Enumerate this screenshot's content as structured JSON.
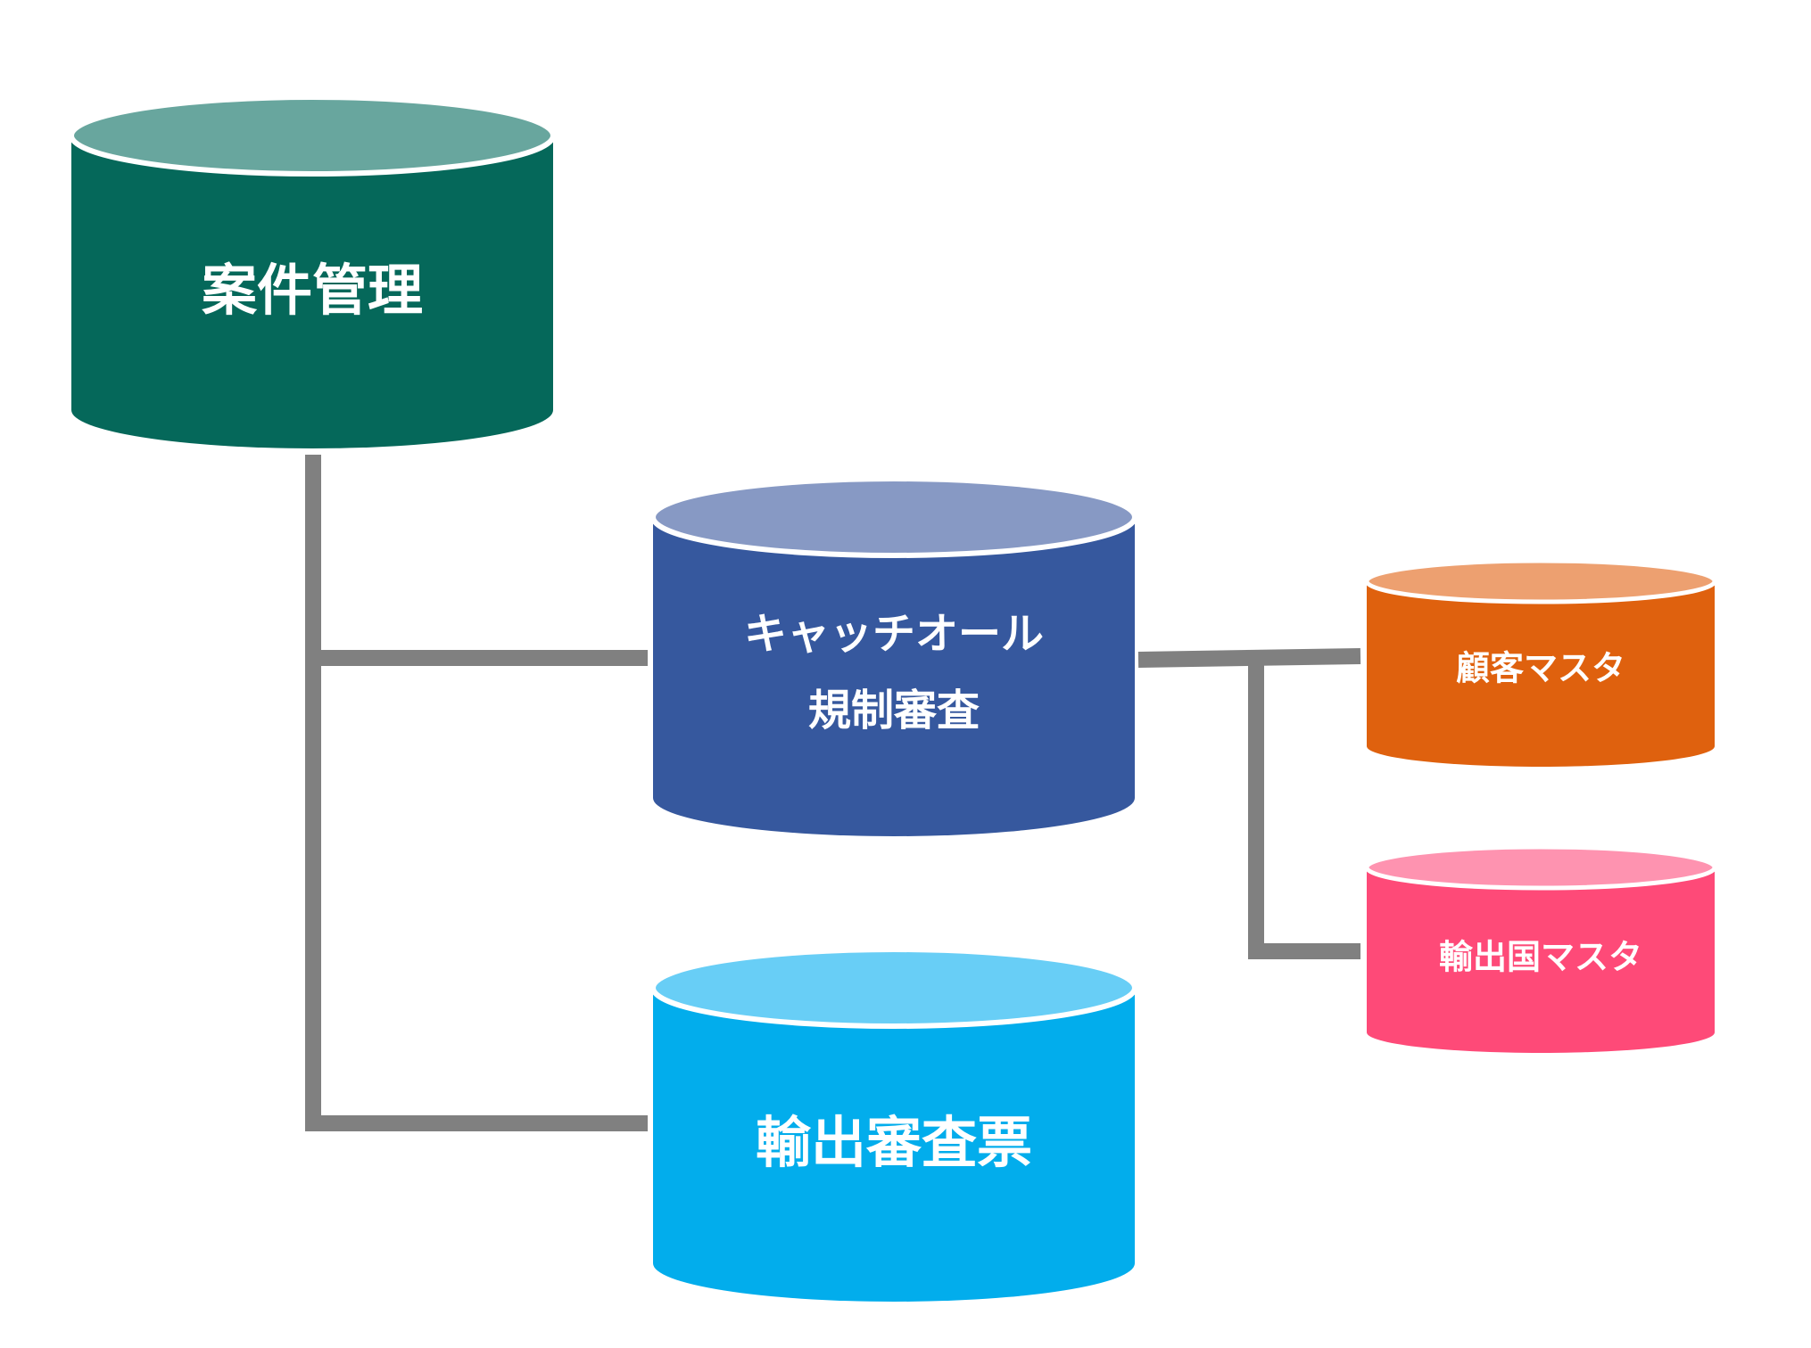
{
  "diagram": {
    "nodes": {
      "case_management": {
        "label": "案件管理",
        "side_color": "#05685a",
        "top_color": "#68a69e"
      },
      "catch_all_review": {
        "label_line1": "キャッチオール",
        "label_line2": "規制審査",
        "side_color": "#36589e",
        "top_color": "#8799c4"
      },
      "export_review_form": {
        "label": "輸出審査票",
        "side_color": "#02adec",
        "top_color": "#68cef6"
      },
      "customer_master": {
        "label": "顧客マスタ",
        "side_color": "#df610e",
        "top_color": "#eda070"
      },
      "export_country_master": {
        "label": "輸出国マスタ",
        "side_color": "#fe4a78",
        "top_color": "#fe93b0"
      }
    },
    "connector_color": "#808080"
  }
}
